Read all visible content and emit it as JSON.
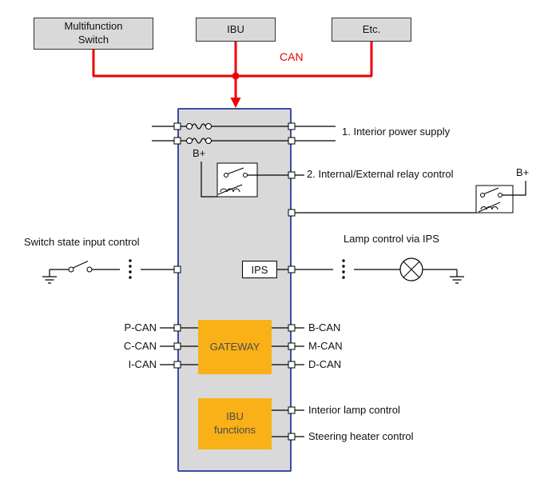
{
  "colors": {
    "can_bus_red": "#EE0000",
    "module_fill": "#D9D9D9",
    "module_border": "#3D4DA0",
    "node_fill": "#D9D9D9",
    "accent_orange": "#F9B117",
    "line_black": "#000000"
  },
  "top_boxes": [
    {
      "label": "Multifunction\nSwitch"
    },
    {
      "label": "IBU"
    },
    {
      "label": "Etc."
    }
  ],
  "bus": {
    "label": "CAN"
  },
  "annotations": {
    "power_supply": "1. Interior power supply",
    "relay_control": "2. Internal/External relay control",
    "bplus_internal": "B+",
    "bplus_external": "B+",
    "switch_input": "Switch state input control",
    "lamp_control": "Lamp control via IPS"
  },
  "module": {
    "ips_label": "IPS",
    "gateway": {
      "label": "GATEWAY",
      "left_pins": [
        "P-CAN",
        "C-CAN",
        "I-CAN"
      ],
      "right_pins": [
        "B-CAN",
        "M-CAN",
        "D-CAN"
      ]
    },
    "ibu_functions": {
      "label": "IBU\nfunctions",
      "right_pins": [
        "Interior lamp control",
        "Steering heater control"
      ]
    }
  }
}
